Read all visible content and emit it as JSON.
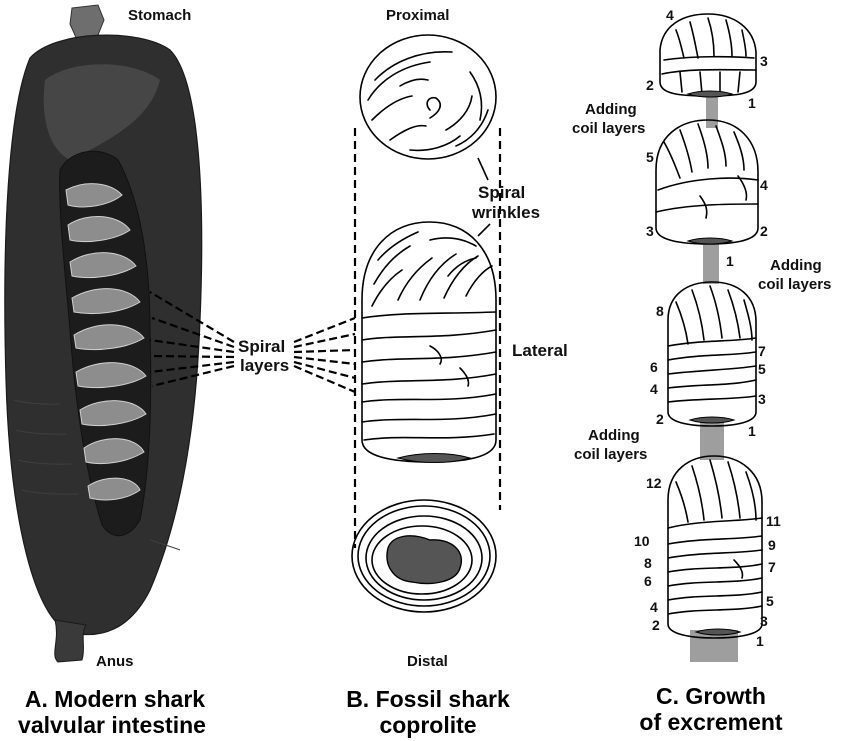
{
  "panel_a": {
    "top_label": "Stomach",
    "bottom_label": "Anus",
    "spiral_label_line1": "Spiral",
    "spiral_label_line2": "layers",
    "caption_line1": "A. Modern shark",
    "caption_line2": "valvular intestine"
  },
  "panel_b": {
    "top_label": "Proximal",
    "wrinkle_label_line1": "Spiral",
    "wrinkle_label_line2": "wrinkles",
    "side_label": "Lateral",
    "bottom_label": "Distal",
    "caption_line1": "B. Fossil shark",
    "caption_line2": "coprolite"
  },
  "panel_c": {
    "adding_line1": "Adding",
    "adding_line2": "coil layers",
    "caption_line1": "C. Growth",
    "caption_line2": "of excrement",
    "stage1_numbers": [
      "1",
      "2",
      "3",
      "4"
    ],
    "stage2_numbers": [
      "1",
      "2",
      "3",
      "4",
      "5"
    ],
    "stage3_numbers": [
      "1",
      "2",
      "3",
      "4",
      "5",
      "6",
      "7",
      "8"
    ],
    "stage4_numbers": [
      "1",
      "2",
      "3",
      "4",
      "5",
      "6",
      "7",
      "8",
      "9",
      "10",
      "11",
      "12"
    ]
  },
  "colors": {
    "intestine_dark": "#2b2b2b",
    "intestine_mid": "#4a4a4a",
    "fold_light": "#9a9a9a",
    "core_fill": "#555555",
    "stalk_gray": "#9e9e9e"
  }
}
